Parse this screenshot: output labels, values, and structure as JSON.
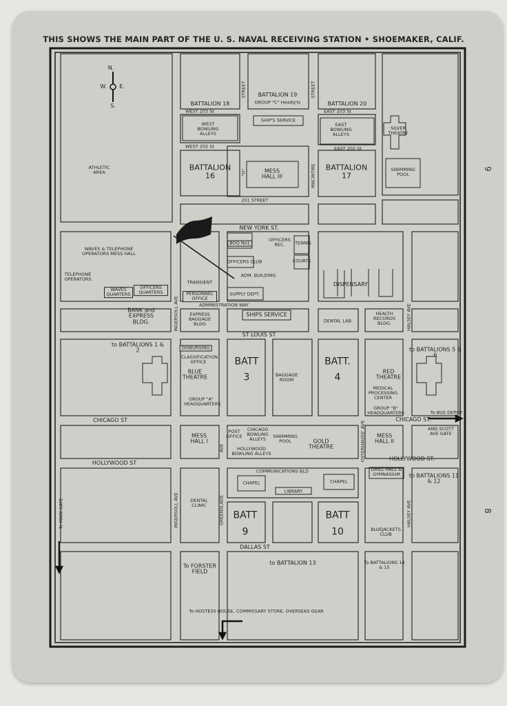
{
  "title": "THIS SHOWS THE MAIN PART OF THE U. S. NAVAL RECEIVING STATION • SHOEMAKER, CALIF.",
  "compass": {
    "n": "N.",
    "s": "S.",
    "w": "W.",
    "e": "E."
  },
  "margin_marks": {
    "upper": "9",
    "lower": "8"
  },
  "streets": {
    "west203": "WEST 203 St",
    "east203": "EAST 203 St",
    "west202": "WEST 202 St",
    "east202": "EAST 202 St",
    "st201": "201 STREET",
    "street_a": "STREET",
    "street_b": "STREET",
    "o_st": "\"O\"",
    "macintire": "MACINTIRE",
    "new_york": "NEW YORK ST.",
    "admin_way": "ADMINISTRATION WAY",
    "st_louis": "ST LOUIS ST",
    "chicago_w": "CHICAGO ST",
    "chicago_e": "CHICAGO ST.",
    "hollywood_w": "HOLLYWOOD ST",
    "hollywood_e": "HOLLYWOOD ST.",
    "dallas": "DALLAS ST",
    "ingersoll1": "INGERSOLL AVE",
    "ingersoll2": "INGERSOLL AVE",
    "greenslade1": "AVE",
    "greenslade2": "GREENSLADE",
    "osterhauss": "OSTERHAUSS' AVE",
    "halsey1": "HALSEY AVE",
    "halsey2": "HALSEY AVE"
  },
  "labels": {
    "athletic": "ATHLETIC AREA",
    "b18": "BATTALION 18",
    "b19": "BATTALION 19",
    "b19sub": "GROUP \"C\" Headq'ts",
    "b20": "BATTALION 20",
    "west_bowling": "WEST BOWLING ALLEYS",
    "ships_service_top": "SHIP'S SERVICE",
    "east_bowling": "EAST BOWLING ALLEYS",
    "silver_theatre": "SILVER THEATRE",
    "b16": "BATTALION 16",
    "mess3": "MESS HALL III",
    "b17": "BATTALION 17",
    "swim_top": "SWIMMING POOL",
    "waves_mess": "WAVES & TELEPHONE OPERATORS MESS HALL",
    "telephone_ops": "TELEPHONE OPERATORS",
    "waves_quarters": "WAVES QUARTERS",
    "officers_quarters": "OFFICERS QUARTERS",
    "transient": "TRANSIENT",
    "personnel_office": "PERSONNEL OFFICE",
    "boq": "BOQ No1",
    "officers_club": "OFFICERS CLUB",
    "supply": "SUPPLY DEPT.",
    "officers_rec": "OFFICERS REC.",
    "tennis": "TENNIS",
    "courts": "COURTS",
    "adm": "ADM. BUILDING",
    "dispensary": "DISPENSARY",
    "bank": "BANK and EXPRESS BLDG.",
    "express": "EXPRESS BAGGAGE BLDG",
    "ships_service": "SHIPS SERVICE",
    "dental_lab": "DENTAL LAB.",
    "health_records": "HEALTH RECORDS BLDG.",
    "batt12": "to BATTALIONS 1 & 2",
    "disbursing": "DISBURSING",
    "classification": "CLASSIFICATION OFFICE",
    "blue_theatre": "BLUE THEATRE",
    "group_a": "GROUP \"A\" HEADQUARTERS",
    "batt3a": "BATT",
    "batt3b": "3",
    "baggage": "BAGGAGE ROOM",
    "batt4a": "BATT.",
    "batt4b": "4",
    "red_theatre": "RED THEATRE",
    "medical": "MEDICAL PROCESSING CENTER",
    "group_b": "GROUP \"B\" HEADQUARTERS",
    "batt56": "to BATTALIONS 5 & 6",
    "bus_depot": "To BUS DEPOT",
    "scott_gate": "AND SCOTT AVE GATE",
    "mess1": "MESS HALL I",
    "post_office": "POST OFFICE",
    "chicago_bowling": "CHICAGO BOWLING ALLEYS",
    "hollywood_bowling": "HOLLYWOOD BOWLING ALLEYS",
    "swim_pool": "SWIMMING POOL",
    "gold_theatre": "GOLD THEATRE",
    "mess2": "MESS HALL II",
    "communications": "COMMUNICATIONS BLD",
    "chapel1": "CHAPEL",
    "chapel2": "CHAPEL",
    "library": "LIBRARY",
    "drill_hall": "DRILL HALL & GYMNASIUM",
    "batt1112": "to BATTALIONS 11 & 12",
    "dental_clinic": "DENTAL CLINIC",
    "batt9a": "BATT",
    "batt9b": "9",
    "batt10a": "BATT",
    "batt10b": "10",
    "bluejackets": "BLUEJACKETS CLUB",
    "main_gate": "To MAIN GATE",
    "forster": "To FORSTER FIELD",
    "batt13": "to BATTALION 13",
    "batt1415": "To BATTALIONS 14 & 15",
    "hostess": "To HOSTESS HOUSE, COMMISSARY STORE, OVERSEAS GEAR"
  }
}
